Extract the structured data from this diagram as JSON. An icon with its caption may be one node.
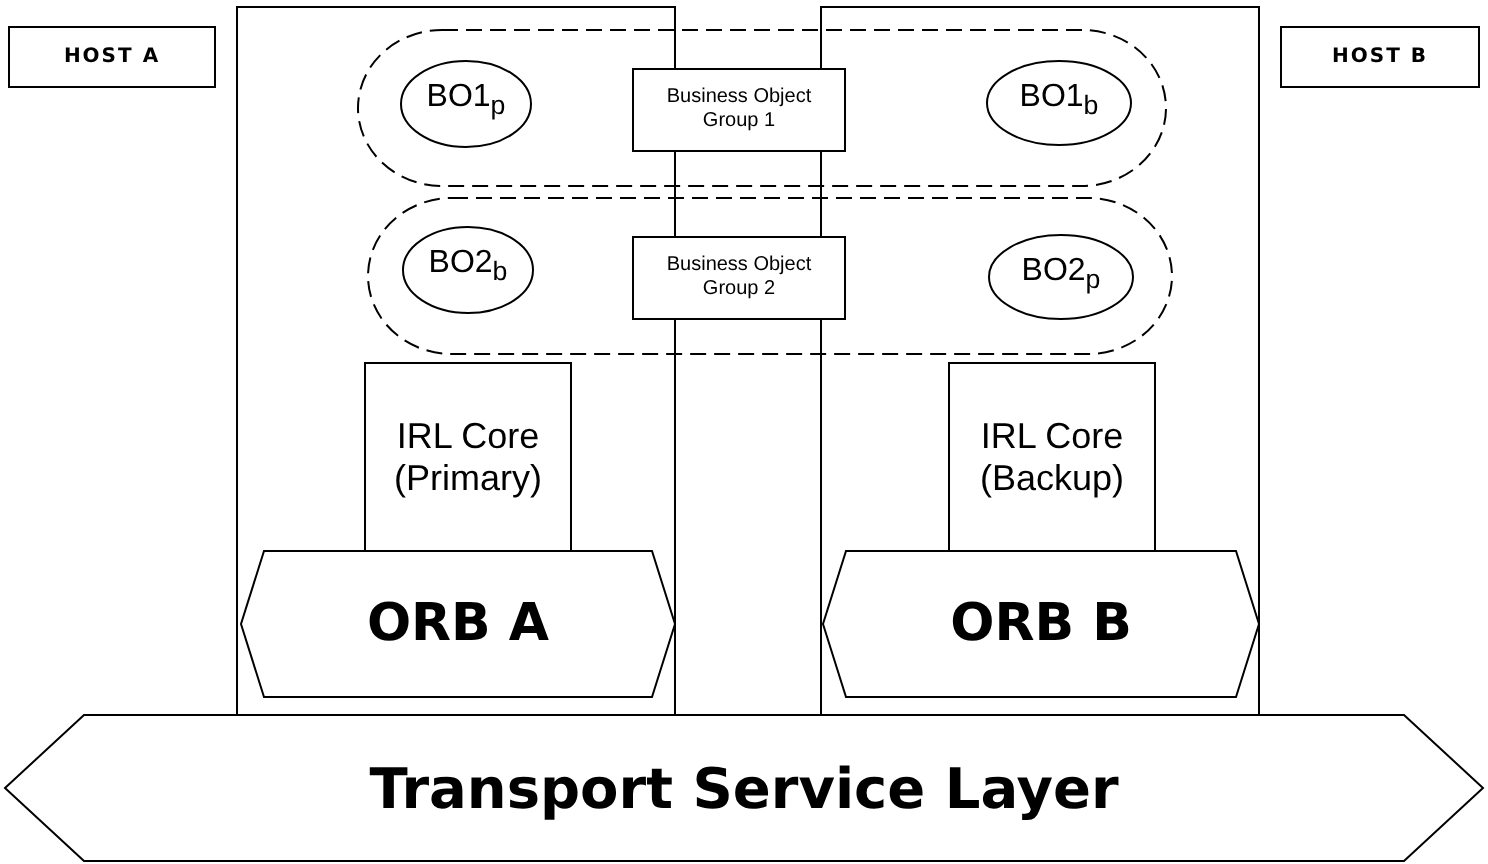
{
  "diagram": {
    "nodes": [
      {
        "text": [
          "HOST A"
        ]
      },
      {
        "text": [
          "HOST B"
        ]
      },
      {
        "text": [],
        "shape": "box"
      },
      {
        "text": [],
        "shape": "box"
      },
      {
        "text": [],
        "shape": "cloud"
      },
      {
        "text": [],
        "shape": "cloud"
      },
      {
        "text": [
          "BO1$_{p}$"
        ]
      },
      {
        "text": [
          "Business Object Group 1"
        ],
        "in": 4
      },
      {
        "text": [
          "BO1$_{b}$"
        ]
      },
      {
        "text": [
          "BO2$_{b}$"
        ]
      },
      {
        "text": [
          "Business Object Group 2"
        ],
        "in": 5
      },
      {
        "text": [
          "BO2$_{p}$"
        ]
      },
      {
        "text": [
          "IRL Core (Primary)"
        ],
        "in": 2
      },
      {
        "text": [
          "ORB A"
        ],
        "in": 2
      },
      {
        "text": [
          "IRL Core (Backup)"
        ],
        "in": 3
      },
      {
        "text": [
          "ORB B"
        ],
        "in": 3
      },
      {
        "text": [
          "Transport Service Layer"
        ]
      }
    ],
    "edges": []
  }
}
